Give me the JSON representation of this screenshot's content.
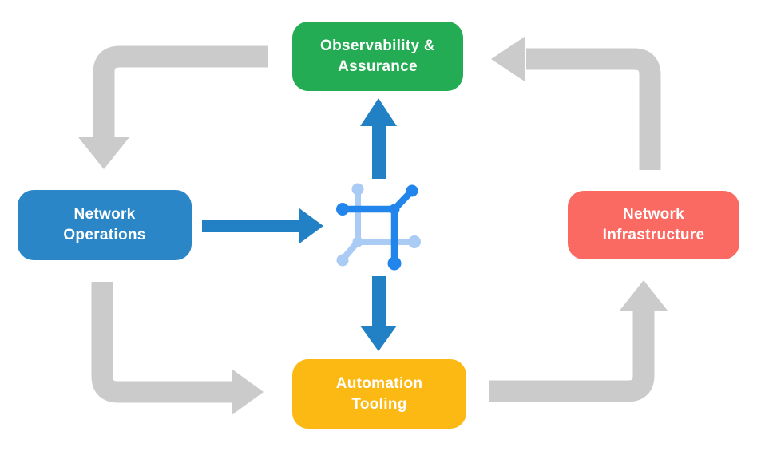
{
  "diagram": {
    "background_color": "#ffffff",
    "nodes": [
      {
        "id": "observability-assurance",
        "lines": [
          "Observability &",
          "Assurance"
        ],
        "color": "#23AC53",
        "text_color": "#ffffff"
      },
      {
        "id": "network-operations",
        "lines": [
          "Network",
          "Operations"
        ],
        "color": "#2A86C6",
        "text_color": "#ffffff"
      },
      {
        "id": "network-infrastructure",
        "lines": [
          "Network",
          "Infrastructure"
        ],
        "color": "#FA6A62",
        "text_color": "#ffffff"
      },
      {
        "id": "automation-tooling",
        "lines": [
          "Automation",
          "Tooling"
        ],
        "color": "#FCB913",
        "text_color": "#ffffff"
      }
    ],
    "center_icon": {
      "name": "network-mesh-icon",
      "primary_color": "#2285EC",
      "secondary_color": "#A9CBF4"
    },
    "arrows": {
      "blue_color": "#2181C4",
      "gray_color": "#CBCBCB",
      "blue": [
        "network-operations-to-center",
        "center-to-observability-assurance",
        "center-to-automation-tooling"
      ],
      "gray": [
        "observability-assurance-to-network-operations",
        "network-operations-to-automation-tooling",
        "automation-tooling-to-network-infrastructure",
        "network-infrastructure-to-observability-assurance"
      ]
    }
  }
}
